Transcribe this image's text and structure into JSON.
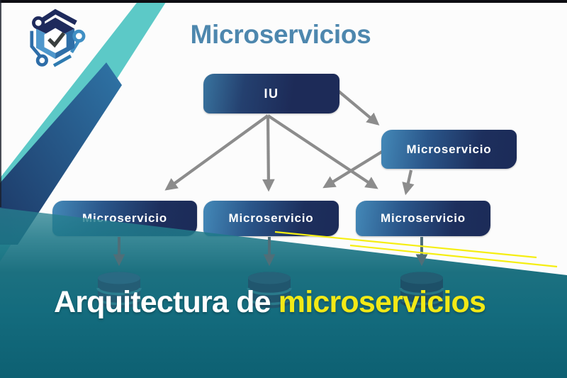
{
  "header": {
    "title": "Microservicios"
  },
  "logo": {
    "name": "hexagon-checkmark-logo"
  },
  "diagram": {
    "nodes": [
      {
        "id": "iu",
        "label": "IU"
      },
      {
        "id": "ms-right",
        "label": "Microservicio"
      },
      {
        "id": "ms-bottom-left",
        "label": "Microservicio"
      },
      {
        "id": "ms-bottom-center",
        "label": "Microservicio"
      },
      {
        "id": "ms-bottom-right",
        "label": "Microservicio"
      }
    ],
    "connections": [
      {
        "from": "IU",
        "to": "Microservicio bottom-left"
      },
      {
        "from": "IU",
        "to": "Microservicio bottom-center"
      },
      {
        "from": "IU",
        "to": "Microservicio bottom-right"
      },
      {
        "from": "IU",
        "to": "Microservicio right"
      },
      {
        "from": "Microservicio right",
        "to": "Microservicio bottom-center"
      },
      {
        "from": "Microservicio right",
        "to": "Microservicio bottom-right"
      },
      {
        "from": "Microservicio bottom-left",
        "to": "database"
      },
      {
        "from": "Microservicio bottom-center",
        "to": "database"
      },
      {
        "from": "Microservicio bottom-right",
        "to": "database"
      }
    ],
    "database_count": 3
  },
  "banner": {
    "text_white": "Arquitectura de",
    "text_yellow": "microservicios"
  },
  "colors": {
    "title_blue": "#4d87ae",
    "box_gradient_start": "#4489b8",
    "box_gradient_end": "#1c2b58",
    "ribbon_teal": "#5cc9c7",
    "banner_teal": "#146c7e",
    "highlight_yellow": "#f2e916",
    "arrow_gray": "#8c8c8c"
  }
}
